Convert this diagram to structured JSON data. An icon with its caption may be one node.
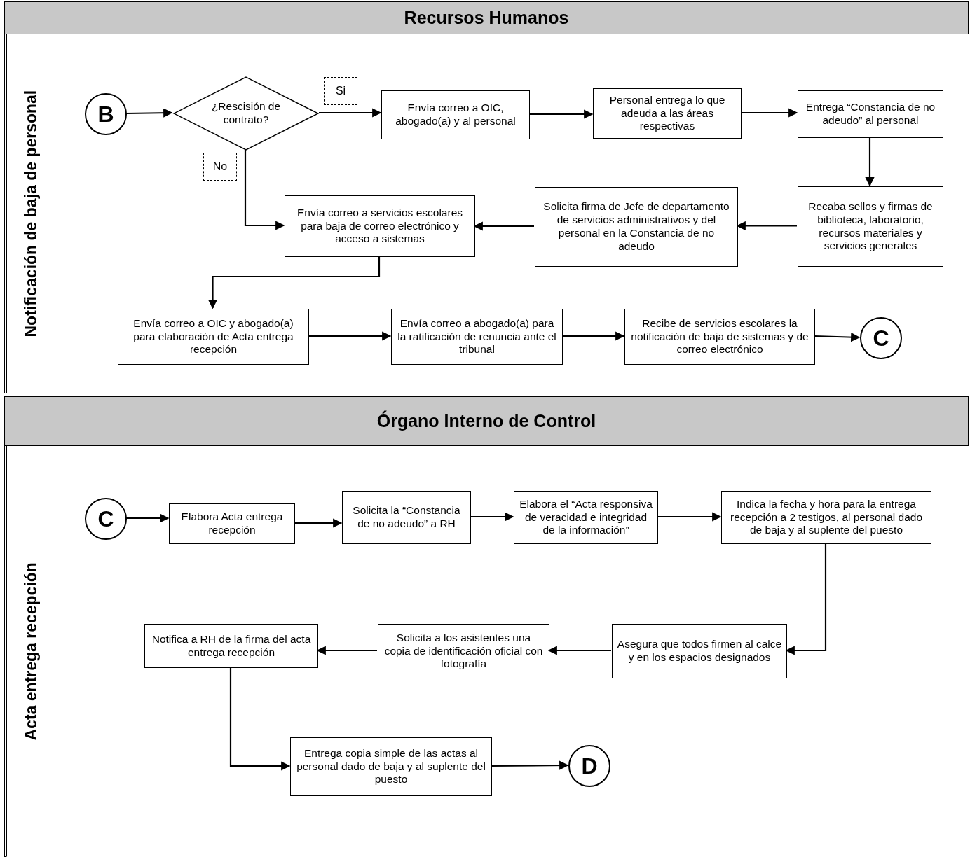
{
  "diagram": {
    "nodes": [
      {
        "text": [
          "Recursos Humanos"
        ]
      },
      {
        "text": [
          "Notificación de baja de personal"
        ],
        "in": 0
      },
      {
        "text": [
          "B"
        ],
        "in": 1
      },
      {
        "text": [
          "¿Rescisión de contrato?"
        ],
        "in": 1
      },
      {
        "text": [
          "Envía correo a OIC, abogado(a) y al personal"
        ],
        "in": 1
      },
      {
        "text": [
          "Personal entrega lo que adeuda a las áreas respectivas"
        ],
        "in": 1
      },
      {
        "text": [
          "Entrega “Constancia de no adeudo” al personal"
        ],
        "in": 1
      },
      {
        "text": [
          "Recaba sellos y firmas de biblioteca, laboratorio, recursos materiales y servicios generales"
        ],
        "in": 1
      },
      {
        "text": [
          "Solicita firma de Jefe de departamento de servicios administrativos y del personal en la Constancia de no adeudo"
        ],
        "in": 1
      },
      {
        "text": [
          "Envía correo a servicios escolares para baja de correo electrónico y acceso a sistemas"
        ],
        "in": 1
      },
      {
        "text": [
          "Envía correo a OIC y abogado(a) para elaboración de Acta entrega recepción"
        ],
        "in": 1
      },
      {
        "text": [
          "Envía correo a abogado(a) para la ratificación de renuncia ante el tribunal"
        ],
        "in": 1
      },
      {
        "text": [
          "Recibe de servicios escolares la notificación de baja de sistemas y de correo electrónico"
        ],
        "in": 1
      },
      {
        "text": [
          "C"
        ],
        "in": 1
      },
      {
        "text": [
          "Órgano Interno de Control"
        ]
      },
      {
        "text": [
          "Acta entrega recepción"
        ],
        "in": 14
      },
      {
        "text": [
          "C"
        ],
        "in": 15
      },
      {
        "text": [
          "Elabora Acta entrega recepción"
        ],
        "in": 15
      },
      {
        "text": [
          "Solicita la “Constancia de no adeudo” a RH"
        ],
        "in": 15
      },
      {
        "text": [
          "Elabora el “Acta responsiva de veracidad e integridad de la información”"
        ],
        "in": 15
      },
      {
        "text": [
          "Indica la fecha y hora para la entrega recepción a 2 testigos, al personal dado de baja y al suplente del puesto"
        ],
        "in": 15
      },
      {
        "text": [
          "Asegura que todos firmen al calce y en los espacios designados"
        ],
        "in": 15
      },
      {
        "text": [
          "Solicita a los asistentes una copia de identificación oficial con fotografía"
        ],
        "in": 15
      },
      {
        "text": [
          "Notifica a RH de la firma del acta entrega recepción"
        ],
        "in": 15
      },
      {
        "text": [
          "Entrega copia simple de las actas al personal dado de baja y al suplente del puesto"
        ],
        "in": 15
      },
      {
        "text": [
          "D"
        ],
        "in": 15
      }
    ],
    "edges": [
      {
        "from": 2,
        "to": 3,
        "arrow": "to"
      },
      {
        "from": 3,
        "to": 4,
        "arrow": "to",
        "label": "Si"
      },
      {
        "from": 4,
        "to": 5,
        "arrow": "to"
      },
      {
        "from": 5,
        "to": 6,
        "arrow": "to"
      },
      {
        "from": 6,
        "to": 7,
        "arrow": "to"
      },
      {
        "from": 7,
        "to": 8,
        "arrow": "to"
      },
      {
        "from": 8,
        "to": 9,
        "arrow": "to"
      },
      {
        "from": 3,
        "to": 9,
        "arrow": "to",
        "label": "No"
      },
      {
        "from": 9,
        "to": 10,
        "arrow": "to"
      },
      {
        "from": 10,
        "to": 11,
        "arrow": "to"
      },
      {
        "from": 11,
        "to": 12,
        "arrow": "to"
      },
      {
        "from": 12,
        "to": 13,
        "arrow": "to"
      },
      {
        "from": 16,
        "to": 17,
        "arrow": "to"
      },
      {
        "from": 17,
        "to": 18,
        "arrow": "to"
      },
      {
        "from": 18,
        "to": 19,
        "arrow": "to"
      },
      {
        "from": 19,
        "to": 20,
        "arrow": "to"
      },
      {
        "from": 20,
        "to": 21,
        "arrow": "to"
      },
      {
        "from": 21,
        "to": 22,
        "arrow": "to"
      },
      {
        "from": 22,
        "to": 23,
        "arrow": "to"
      },
      {
        "from": 23,
        "to": 24,
        "arrow": "to"
      },
      {
        "from": 24,
        "to": 25,
        "arrow": "to"
      }
    ]
  }
}
